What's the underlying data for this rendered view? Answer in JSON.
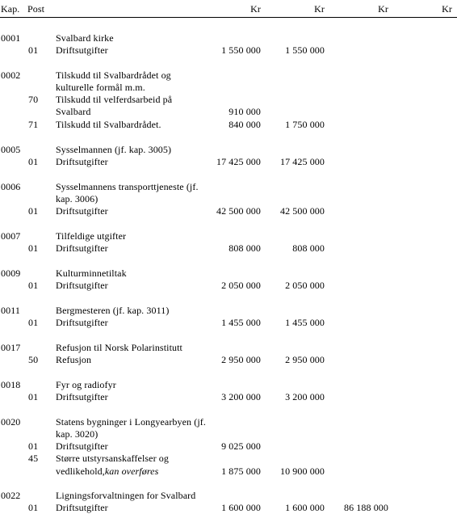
{
  "header": {
    "kap": "Kap.",
    "post": "Post",
    "kr1": "Kr",
    "kr2": "Kr",
    "kr3": "Kr",
    "kr4": "Kr"
  },
  "rows": [
    {
      "kap": "0001",
      "post": "",
      "desc": "Svalbard kirke",
      "a1": "",
      "a2": "",
      "a3": ""
    },
    {
      "kap": "",
      "post": "01",
      "desc": "Driftsutgifter",
      "a1": "1 550 000",
      "a2": "1 550 000",
      "a3": ""
    },
    {
      "kap": "0002",
      "post": "",
      "desc": "Tilskudd til Svalbardrådet og",
      "a1": "",
      "a2": "",
      "a3": ""
    },
    {
      "kap": "",
      "post": "",
      "desc": "kulturelle formål m.m.",
      "a1": "",
      "a2": "",
      "a3": ""
    },
    {
      "kap": "",
      "post": "70",
      "desc": "Tilskudd til velferdsarbeid på",
      "a1": "",
      "a2": "",
      "a3": ""
    },
    {
      "kap": "",
      "post": "",
      "desc": "Svalbard",
      "a1": "910 000",
      "a2": "",
      "a3": ""
    },
    {
      "kap": "",
      "post": "71",
      "desc": "Tilskudd til Svalbardrådet.",
      "a1": "840 000",
      "a2": "1 750 000",
      "a3": ""
    },
    {
      "kap": "0005",
      "post": "",
      "desc": "Sysselmannen (jf. kap. 3005)",
      "a1": "",
      "a2": "",
      "a3": ""
    },
    {
      "kap": "",
      "post": "01",
      "desc": "Driftsutgifter",
      "a1": "17 425 000",
      "a2": "17 425 000",
      "a3": ""
    },
    {
      "kap": "0006",
      "post": "",
      "desc": "Sysselmannens transporttjeneste (jf.",
      "a1": "",
      "a2": "",
      "a3": ""
    },
    {
      "kap": "",
      "post": "",
      "desc": "kap. 3006)",
      "a1": "",
      "a2": "",
      "a3": ""
    },
    {
      "kap": "",
      "post": "01",
      "desc": "Driftsutgifter",
      "a1": "42 500 000",
      "a2": "42 500 000",
      "a3": ""
    },
    {
      "kap": "0007",
      "post": "",
      "desc": "Tilfeldige utgifter",
      "a1": "",
      "a2": "",
      "a3": ""
    },
    {
      "kap": "",
      "post": "01",
      "desc": "Driftsutgifter",
      "a1": "808 000",
      "a2": "808 000",
      "a3": ""
    },
    {
      "kap": "0009",
      "post": "",
      "desc": "Kulturminnetiltak",
      "a1": "",
      "a2": "",
      "a3": ""
    },
    {
      "kap": "",
      "post": "01",
      "desc": "Driftsutgifter",
      "a1": "2 050 000",
      "a2": "2 050 000",
      "a3": ""
    },
    {
      "kap": "0011",
      "post": "",
      "desc": "Bergmesteren (jf. kap. 3011)",
      "a1": "",
      "a2": "",
      "a3": ""
    },
    {
      "kap": "",
      "post": "01",
      "desc": "Driftsutgifter",
      "a1": "1 455 000",
      "a2": "1 455 000",
      "a3": ""
    },
    {
      "kap": "0017",
      "post": "",
      "desc": "Refusjon til Norsk Polarinstitutt",
      "a1": "",
      "a2": "",
      "a3": ""
    },
    {
      "kap": "",
      "post": "50",
      "desc": "Refusjon",
      "a1": "2 950 000",
      "a2": "2 950 000",
      "a3": ""
    },
    {
      "kap": "0018",
      "post": "",
      "desc": "Fyr og radiofyr",
      "a1": "",
      "a2": "",
      "a3": ""
    },
    {
      "kap": "",
      "post": "01",
      "desc": "Driftsutgifter",
      "a1": "3 200 000",
      "a2": "3 200 000",
      "a3": ""
    },
    {
      "kap": "0020",
      "post": "",
      "desc": "Statens bygninger i Longyearbyen (jf.",
      "a1": "",
      "a2": "",
      "a3": ""
    },
    {
      "kap": "",
      "post": "",
      "desc": "kap. 3020)",
      "a1": "",
      "a2": "",
      "a3": ""
    },
    {
      "kap": "",
      "post": "01",
      "desc": "Driftsutgifter",
      "a1": "9 025 000",
      "a2": "",
      "a3": ""
    },
    {
      "kap": "",
      "post": "45",
      "desc": "Større utstyrsanskaffelser og",
      "a1": "",
      "a2": "",
      "a3": ""
    },
    {
      "kap": "",
      "post": "",
      "desc": "vedlikehold,",
      "desc_italic": "kan overføres",
      "a1": "1 875 000",
      "a2": "10 900 000",
      "a3": ""
    },
    {
      "kap": "0022",
      "post": "",
      "desc": "Ligningsforvaltningen for Svalbard",
      "a1": "",
      "a2": "",
      "a3": ""
    },
    {
      "kap": "",
      "post": "01",
      "desc": "Driftsutgifter",
      "a1": "1 600 000",
      "a2": "1 600 000",
      "a3": "86 188 000"
    }
  ]
}
